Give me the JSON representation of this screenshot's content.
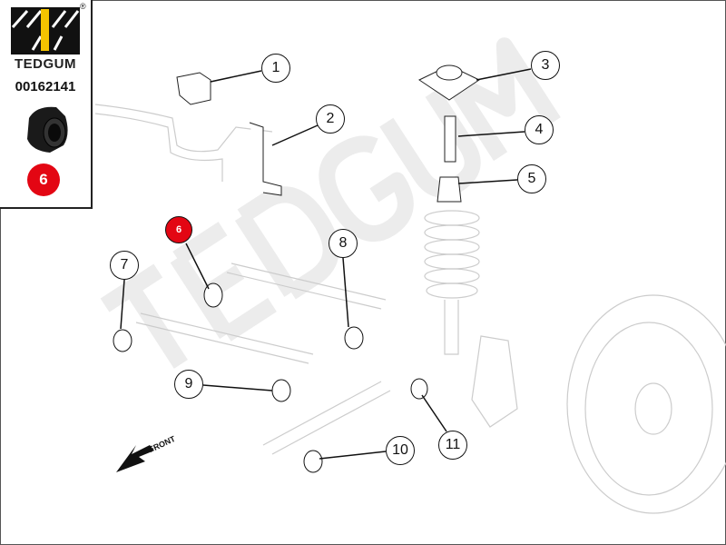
{
  "brand": {
    "name": "TEDGUM",
    "registered": "®",
    "part_number": "00162141",
    "highlight_number": "6",
    "highlight_color": "#e30613"
  },
  "diagram": {
    "watermark": "TEDGUM",
    "front_label": "FRONT",
    "callouts": [
      "1",
      "2",
      "3",
      "4",
      "5",
      "6",
      "7",
      "8",
      "9",
      "10",
      "11"
    ]
  }
}
